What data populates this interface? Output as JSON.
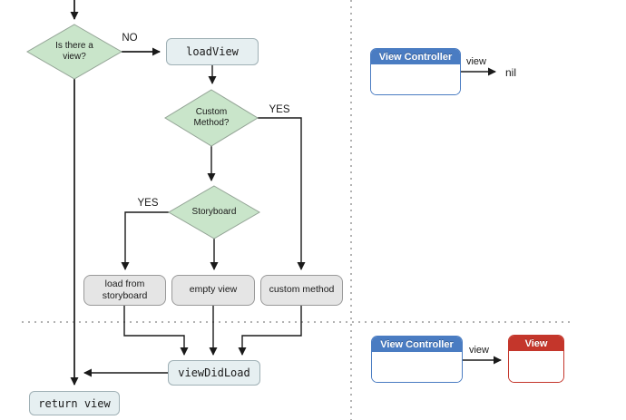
{
  "nodes": {
    "is_there_a_view": "Is there a view?",
    "load_view": "loadView",
    "custom_method_q": "Custom Method?",
    "storyboard_q": "Storyboard",
    "load_from_storyboard": "load from storyboard",
    "empty_view": "empty view",
    "custom_method": "custom method",
    "view_did_load": "viewDidLoad",
    "return_view": "return view"
  },
  "edge_labels": {
    "no": "NO",
    "yes_custom_method": "YES",
    "yes_storyboard": "YES"
  },
  "object_diagram_top": {
    "controller_title": "View Controller",
    "arrow_label": "view",
    "target": "nil"
  },
  "object_diagram_bottom": {
    "controller_title": "View Controller",
    "arrow_label": "view",
    "view_title": "View"
  },
  "colors": {
    "decision_fill": "#c9e5ca",
    "decision_border": "#94a496",
    "code_box_fill": "#e6eff1",
    "code_box_border": "#9fb0b5",
    "gray_box_fill": "#e5e5e5",
    "gray_box_border": "#999999",
    "controller_header": "#4a7cc2",
    "view_header": "#c4362b",
    "connector": "#1a1a1a",
    "dotted_divider": "#b3b3b3"
  }
}
